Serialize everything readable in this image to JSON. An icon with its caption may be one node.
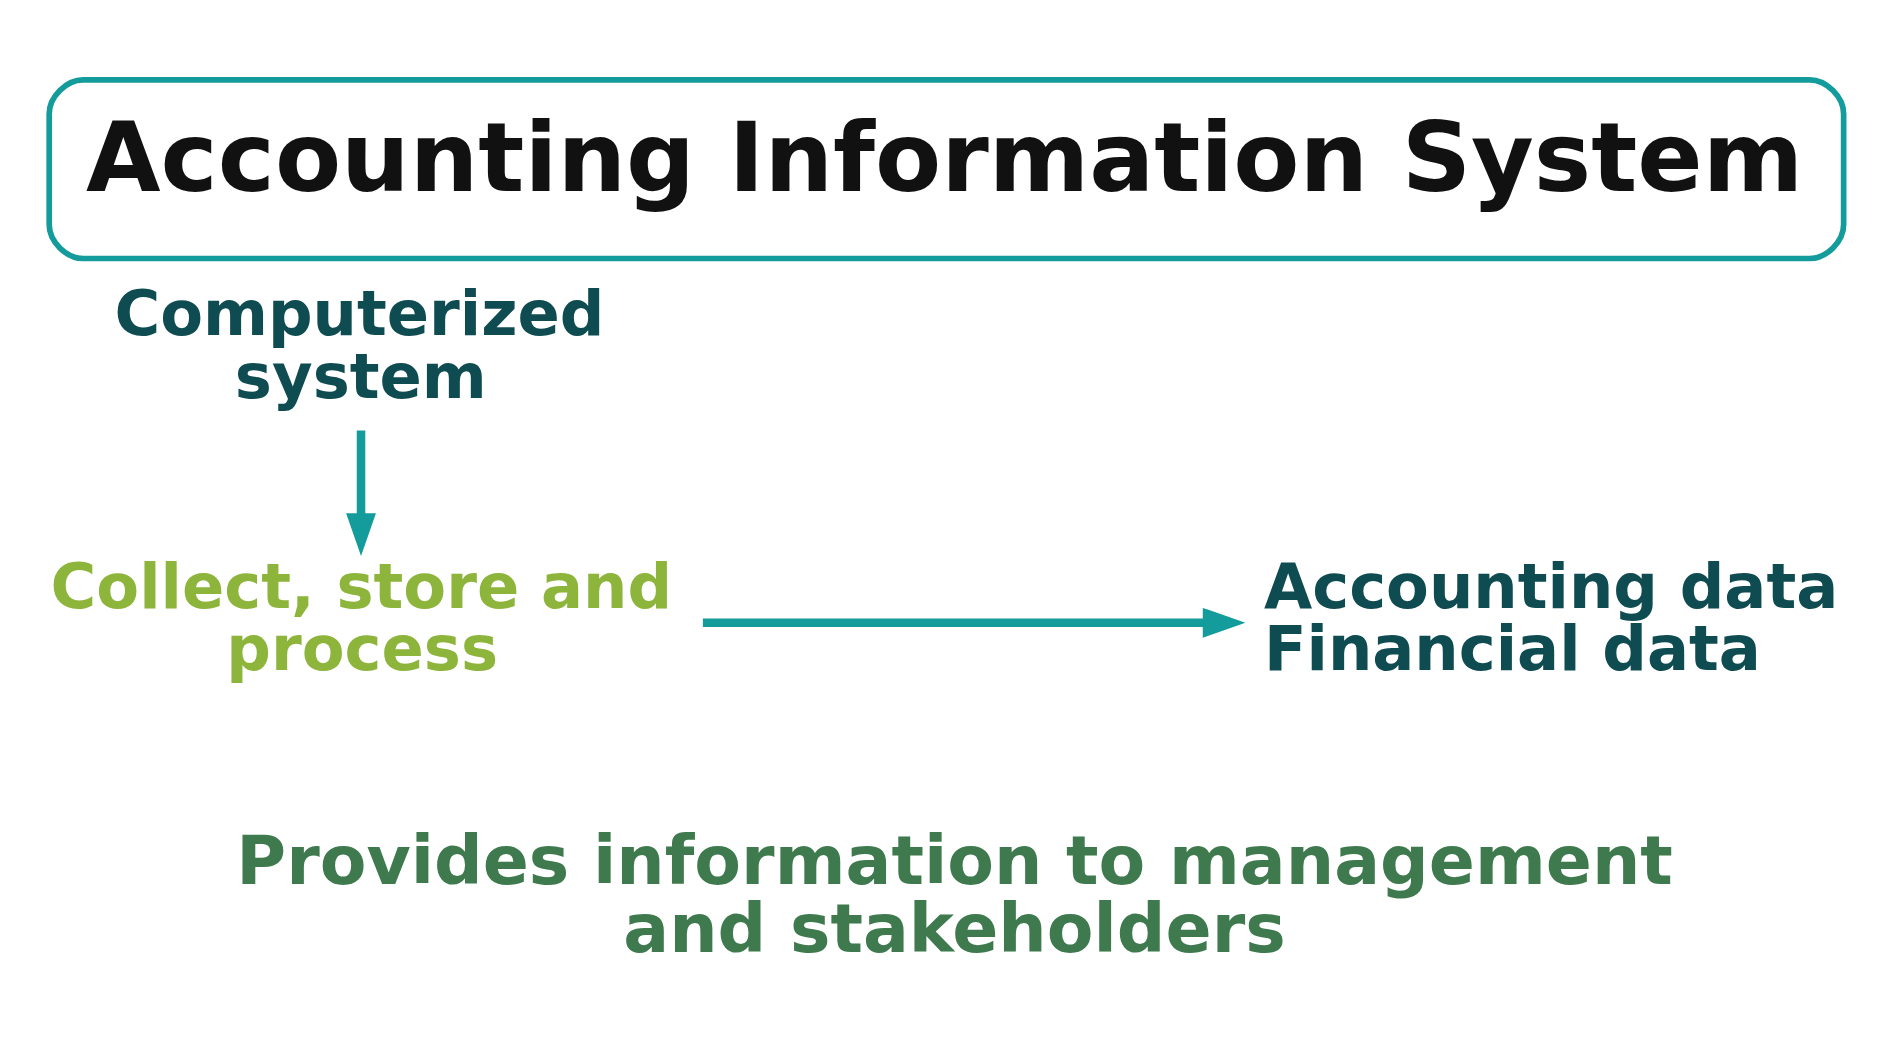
{
  "diagram": {
    "title": "Accounting Information System",
    "nodes": [
      {
        "text": [
          "Computerized system"
        ]
      },
      {
        "text": [
          "Collect, store and process"
        ]
      },
      {
        "text": [
          "Accounting data",
          "Financial data"
        ]
      }
    ],
    "edges": [
      {
        "from": 0,
        "to": 1,
        "arrow": "to"
      },
      {
        "from": 1,
        "to": 2,
        "arrow": "to"
      }
    ],
    "labels": [
      "Provides information to management and stakeholders"
    ]
  }
}
